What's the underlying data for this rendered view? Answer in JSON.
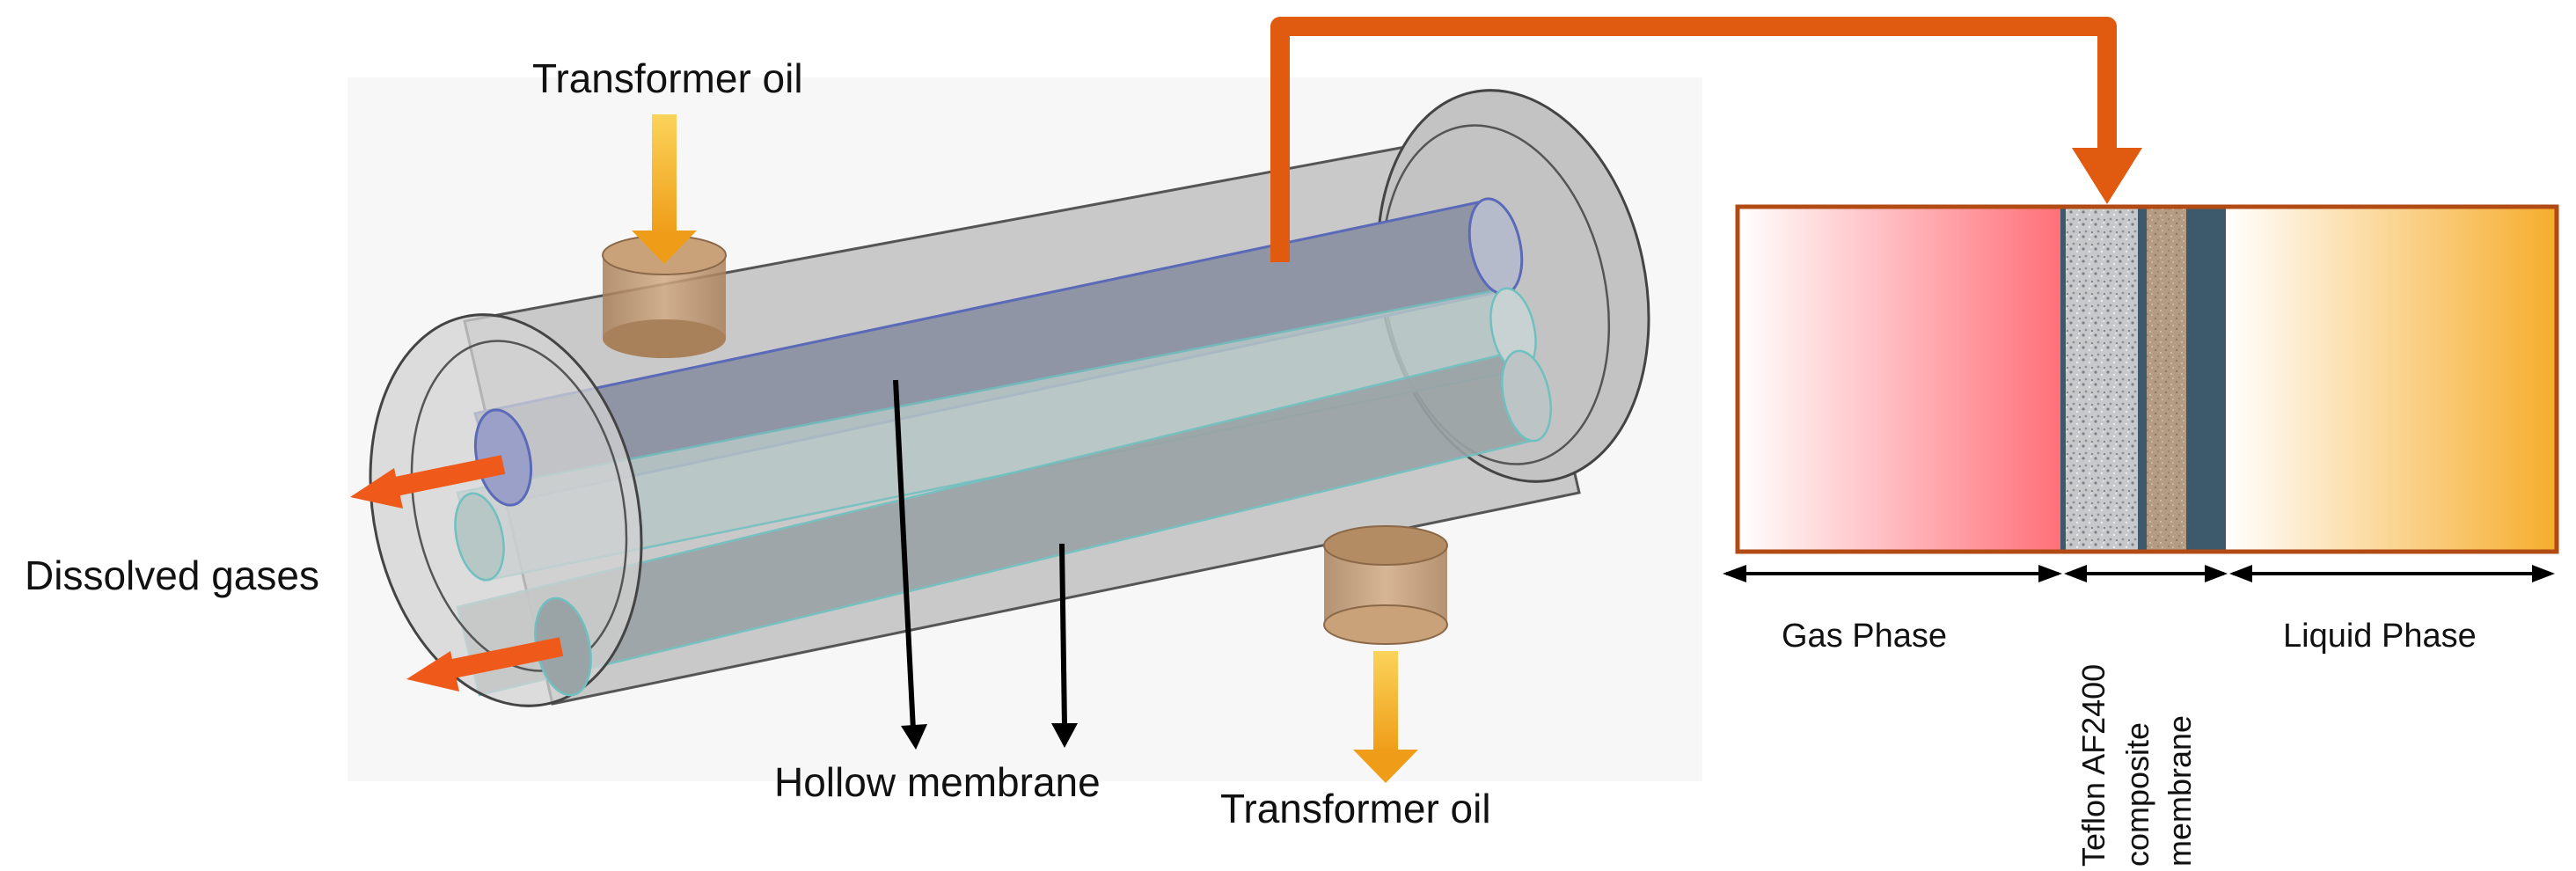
{
  "labels": {
    "oil_in": "Transformer oil",
    "oil_out": "Transformer oil",
    "gases": "Dissolved gases",
    "hollow": "Hollow membrane",
    "gas_phase": "Gas Phase",
    "membrane_lines": [
      "Teflon AF2400",
      "composite",
      "membrane"
    ],
    "liquid_phase": "Liquid Phase"
  },
  "colors": {
    "connector": "#e05a10",
    "oil_arrow": "#f1b22a",
    "gas_arrow": "#ef5a1b",
    "box_border": "#b24a14",
    "gas_zone": "#ff6f78",
    "liquid_zone": "#f6ad2c",
    "membrane_dark": "#3c5a6c",
    "porous_light": "#c6c8ca",
    "porous_tan": "#b49c84"
  }
}
